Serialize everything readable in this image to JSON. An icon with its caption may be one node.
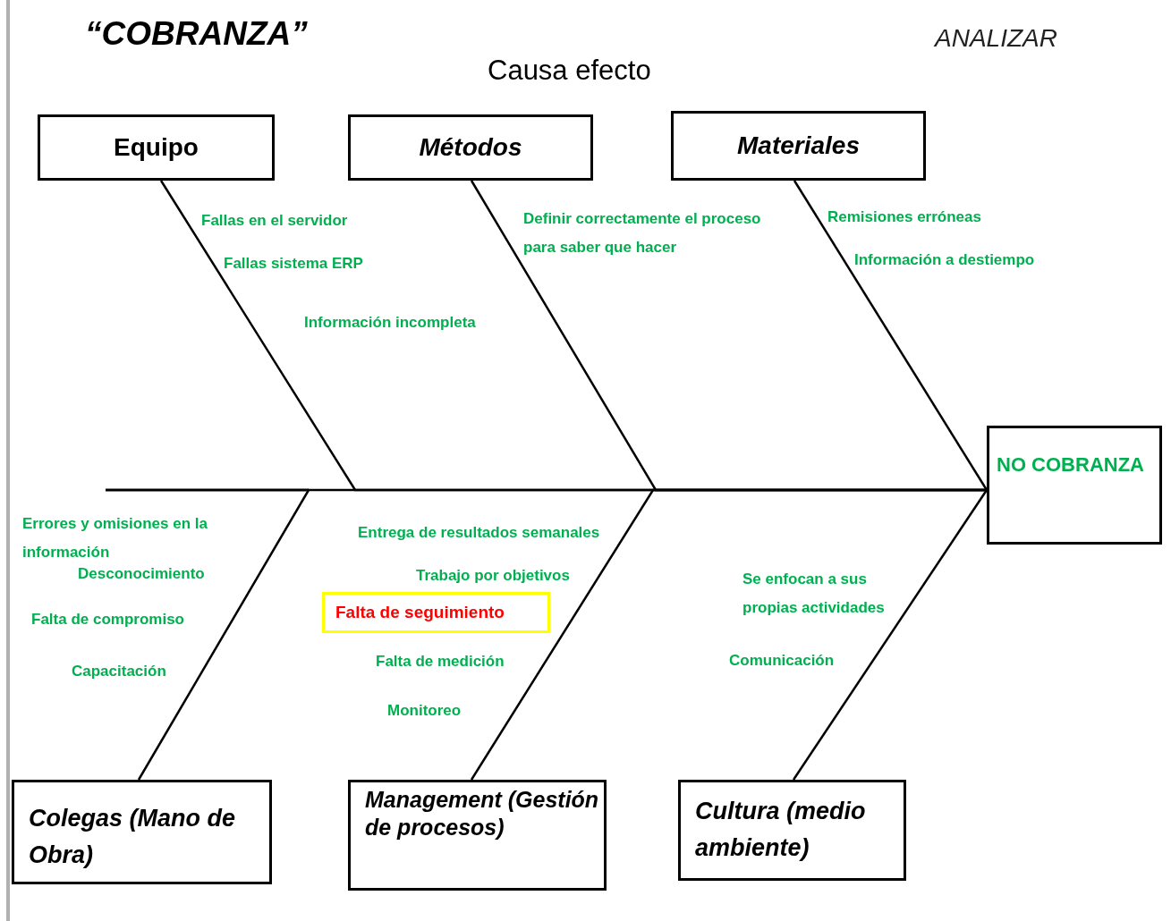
{
  "diagram": {
    "title": "“COBRANZA”",
    "nodes": [
      {
        "text": [
          "Equipo"
        ]
      },
      {
        "text": [
          "Métodos"
        ]
      },
      {
        "text": [
          "Materiales"
        ]
      },
      {
        "text": [
          "NO COBRANZA"
        ]
      },
      {
        "text": [
          "Colegas (Mano de Obra)"
        ]
      },
      {
        "text": [
          "Management (Gestión de procesos)"
        ]
      },
      {
        "text": [
          "Cultura (medio ambiente)"
        ]
      },
      {
        "text": [
          "Falta de seguimiento"
        ]
      }
    ],
    "edges": [
      {
        "from": 0,
        "to": 3,
        "arrow": "none"
      },
      {
        "from": 1,
        "to": 3,
        "arrow": "none"
      },
      {
        "from": 2,
        "to": 3,
        "arrow": "none"
      },
      {
        "from": 4,
        "to": 3,
        "arrow": "none"
      },
      {
        "from": 5,
        "to": 3,
        "arrow": "none"
      },
      {
        "from": 6,
        "to": 3,
        "arrow": "none"
      }
    ],
    "labels": [
      "ANALIZAR",
      "Causa efecto",
      "Fallas en el servidor",
      "Definir correctamente el proceso para saber que hacer",
      "Remisiones erróneas",
      "Fallas sistema ERP",
      "Información a destiempo",
      "Información incompleta",
      "Errores y omisiones en la información",
      "Entrega de resultados semanales",
      "Desconocimiento",
      "Trabajo por objetivos",
      "Se enfocan a sus propias actividades",
      "Falta de compromiso",
      "Comunicación",
      "Capacitación",
      "Falta de medición",
      "Monitoreo"
    ]
  }
}
